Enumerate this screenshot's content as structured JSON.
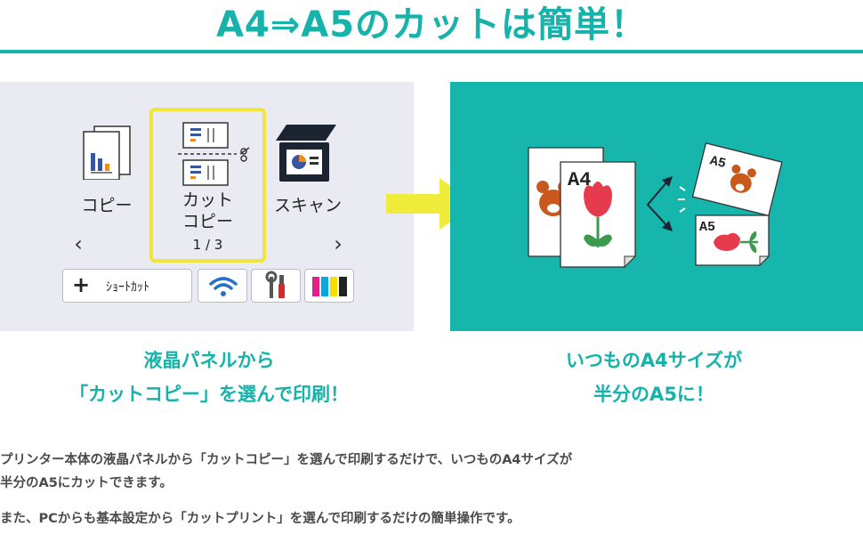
{
  "title": "A4⇒A5のカットは簡単！",
  "lcd": {
    "apps": {
      "copy_label": "コピー",
      "cut_label_line1": "カット",
      "cut_label_line2": "コピー",
      "scan_label": "スキャン"
    },
    "page_indicator": "1 / 3",
    "nav_prev": "‹",
    "nav_next": "›",
    "toolbar": {
      "plus": "+",
      "shortcut_label": "ｼｮｰﾄｶｯﾄ"
    },
    "selected_color": "#f0e53c"
  },
  "illustration": {
    "a4_label": "A4",
    "a5_label_top": "A5",
    "a5_label_bottom": "A5"
  },
  "captions": {
    "left_line1": "液晶パネルから",
    "left_line2": "「カットコピー」を選んで印刷！",
    "right_line1": "いつものA4サイズが",
    "right_line2": "半分のA5に！"
  },
  "body": {
    "p1_line1": "プリンター本体の液晶パネルから「カットコピー」を選んで印刷するだけで、いつものA4サイズが",
    "p1_line2": "半分のA5にカットできます。",
    "p2": "また、PCからも基本設定から「カットプリント」を選んで印刷するだけの簡単操作です。"
  },
  "colors": {
    "accent": "#17b2a9",
    "arrow": "#f0ec3c",
    "panel": "#e9eaf2"
  }
}
